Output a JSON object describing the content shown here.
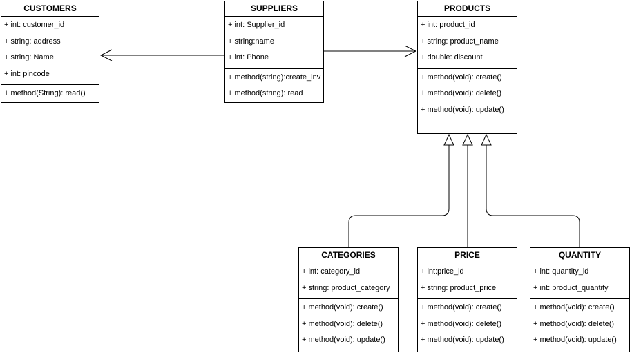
{
  "colors": {
    "stroke": "#000000",
    "background": "#ffffff"
  },
  "classes": [
    {
      "id": "customers",
      "name": "CUSTOMERS",
      "attributes": [
        "+ int: customer_id",
        "+ string: address",
        "+ string: Name",
        "+ int: pincode"
      ],
      "methods": [
        "+ method(String): read()"
      ]
    },
    {
      "id": "suppliers",
      "name": "SUPPLIERS",
      "attributes": [
        "+ int: Supplier_id",
        "+ string:name",
        "+ int: Phone"
      ],
      "methods": [
        "+ method(string):create_inv",
        "+ method(string): read"
      ]
    },
    {
      "id": "products",
      "name": "PRODUCTS",
      "attributes": [
        "+ int: product_id",
        "+ string: product_name",
        "+ double: discount"
      ],
      "methods": [
        "+ method(void): create()",
        "+ method(void): delete()",
        "+ method(void): update()"
      ]
    },
    {
      "id": "categories",
      "name": "CATEGORIES",
      "attributes": [
        "+ int: category_id",
        "+ string: product_category"
      ],
      "methods": [
        "+ method(void): create()",
        "+ method(void): delete()",
        "+ method(void): update()"
      ]
    },
    {
      "id": "price",
      "name": "PRICE",
      "attributes": [
        "+ int:price_id",
        "+ string: product_price"
      ],
      "methods": [
        "+ method(void): create()",
        "+ method(void): delete()",
        "+ method(void): update()"
      ]
    },
    {
      "id": "quantity",
      "name": "QUANTITY",
      "attributes": [
        "+ int: quantity_id",
        "+ int: product_quantity"
      ],
      "methods": [
        "+ method(void): create()",
        "+ method(void): delete()",
        "+ method(void): update()"
      ]
    }
  ],
  "relations": [
    {
      "type": "association",
      "from": "suppliers",
      "to": "customers"
    },
    {
      "type": "association",
      "from": "suppliers",
      "to": "products"
    },
    {
      "type": "inheritance",
      "from": "categories",
      "to": "products"
    },
    {
      "type": "inheritance",
      "from": "price",
      "to": "products"
    },
    {
      "type": "inheritance",
      "from": "quantity",
      "to": "products"
    }
  ]
}
